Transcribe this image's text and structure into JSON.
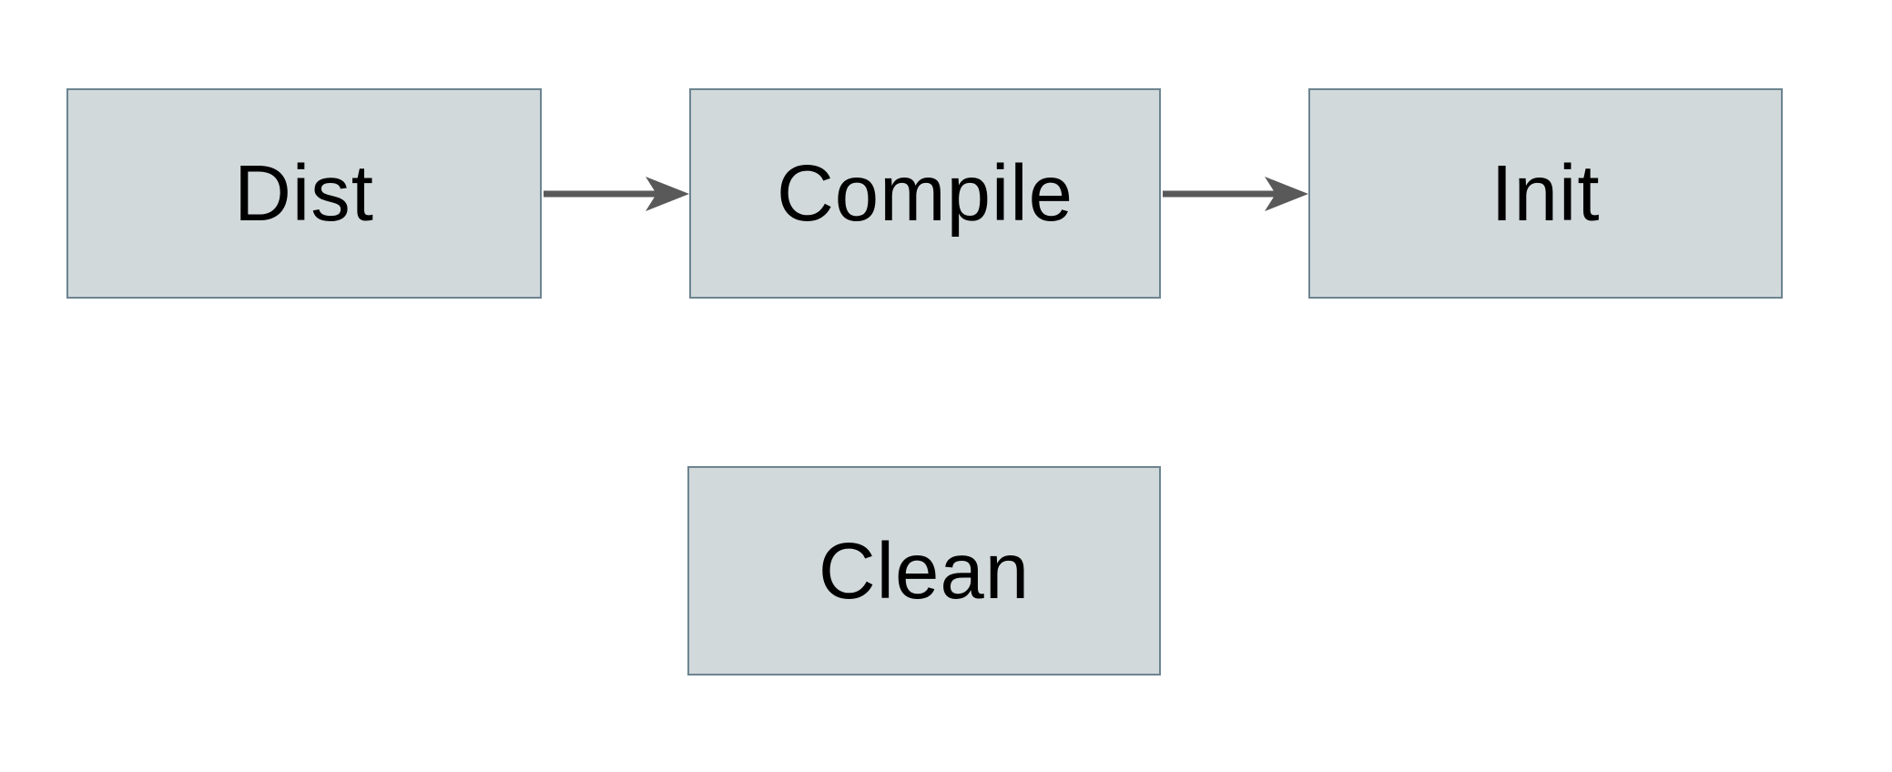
{
  "diagram": {
    "type": "flowchart",
    "nodes": [
      {
        "id": "dist",
        "label": "Dist"
      },
      {
        "id": "compile",
        "label": "Compile"
      },
      {
        "id": "init",
        "label": "Init"
      },
      {
        "id": "clean",
        "label": "Clean"
      }
    ],
    "edges": [
      {
        "from": "dist",
        "to": "compile",
        "style": "solid-arrow"
      },
      {
        "from": "compile",
        "to": "init",
        "style": "solid-arrow"
      }
    ]
  },
  "colors": {
    "background": "#ffffff",
    "node-fill": "#d2d9db",
    "node-border": "#6d8490",
    "arrow": "#595959",
    "text": "#000000"
  }
}
